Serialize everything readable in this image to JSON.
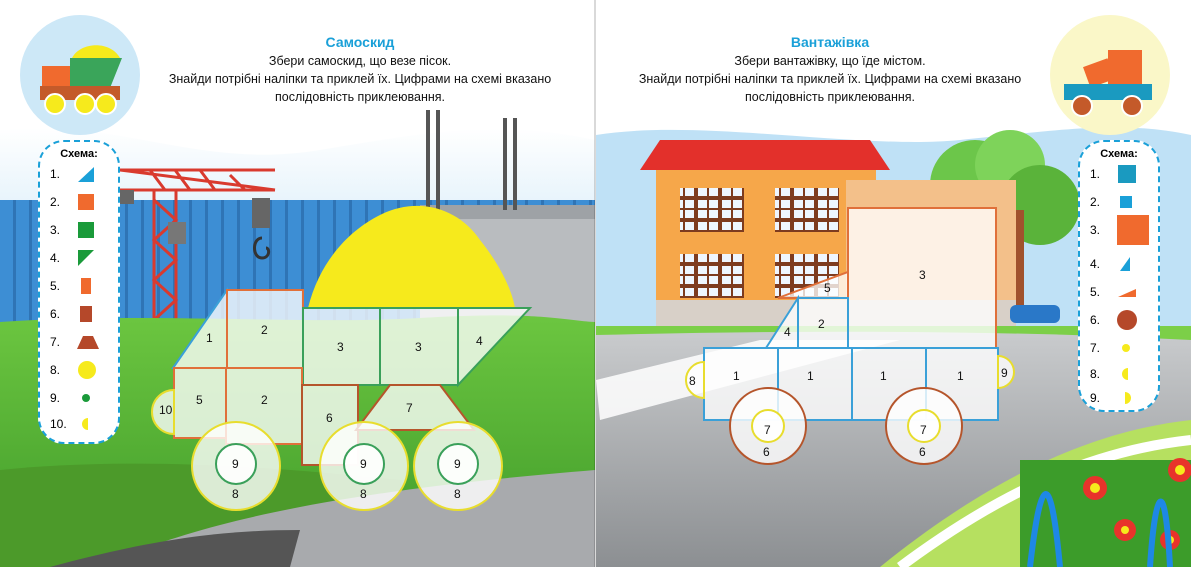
{
  "left": {
    "title": "Самоскид",
    "lines": [
      "Збери самоскид, що везе пісок.",
      "Знайди потрібні наліпки та приклей їх. Цифрами на схемі вказано",
      "послідовність приклеювання."
    ],
    "scheme_label": "Схема:",
    "scheme_items": [
      {
        "num": "1.",
        "icon": "blue-triangle-icon"
      },
      {
        "num": "2.",
        "icon": "orange-square-icon"
      },
      {
        "num": "3.",
        "icon": "green-square-icon"
      },
      {
        "num": "4.",
        "icon": "green-triangle-icon"
      },
      {
        "num": "5.",
        "icon": "orange-rectangle-icon"
      },
      {
        "num": "6.",
        "icon": "brown-rectangle-icon"
      },
      {
        "num": "7.",
        "icon": "brown-trapezoid-icon"
      },
      {
        "num": "8.",
        "icon": "yellow-circle-icon"
      },
      {
        "num": "9.",
        "icon": "green-dot-icon"
      },
      {
        "num": "10.",
        "icon": "yellow-half-circle-icon"
      }
    ],
    "shape_numbers": {
      "n1": "1",
      "n2a": "2",
      "n2b": "2",
      "n3a": "3",
      "n3b": "3",
      "n4": "4",
      "n5": "5",
      "n6": "6",
      "n7": "7",
      "n10": "10",
      "w1_9": "9",
      "w1_8": "8",
      "w2_9": "9",
      "w2_8": "8",
      "w3_9": "9",
      "w3_8": "8"
    }
  },
  "right": {
    "title": "Вантажівка",
    "lines": [
      "Збери вантажівку, що їде містом.",
      "Знайди потрібні наліпки та приклей їх. Цифрами на схемі вказано",
      "послідовність приклеювання."
    ],
    "scheme_label": "Схема:",
    "scheme_items": [
      {
        "num": "1.",
        "icon": "teal-square-icon"
      },
      {
        "num": "2.",
        "icon": "blue-small-square-icon"
      },
      {
        "num": "3.",
        "icon": "orange-big-square-icon"
      },
      {
        "num": "4.",
        "icon": "blue-triangle-icon"
      },
      {
        "num": "5.",
        "icon": "orange-thin-triangle-icon"
      },
      {
        "num": "6.",
        "icon": "brown-circle-icon"
      },
      {
        "num": "7.",
        "icon": "yellow-dot-icon"
      },
      {
        "num": "8.",
        "icon": "yellow-half-circle-icon"
      },
      {
        "num": "9.",
        "icon": "yellow-quarter-icon"
      }
    ],
    "shape_numbers": {
      "n1a": "1",
      "n1b": "1",
      "n1c": "1",
      "n1d": "1",
      "n2": "2",
      "n3": "3",
      "n4": "4",
      "n5": "5",
      "n8": "8",
      "n9": "9",
      "w1_7": "7",
      "w1_6": "6",
      "w2_7": "7",
      "w2_6": "6"
    }
  },
  "colors": {
    "accent": "#1aa0d8",
    "sky": "#cfe9f8",
    "fence": "#3a8fd6",
    "grass": "#56b53a",
    "sand": "#f6e81a",
    "outline_orange": "#e0703a",
    "outline_brown": "#b5552b",
    "outline_yellow": "#e8dd2e",
    "outline_blue": "#3aa0d8"
  }
}
